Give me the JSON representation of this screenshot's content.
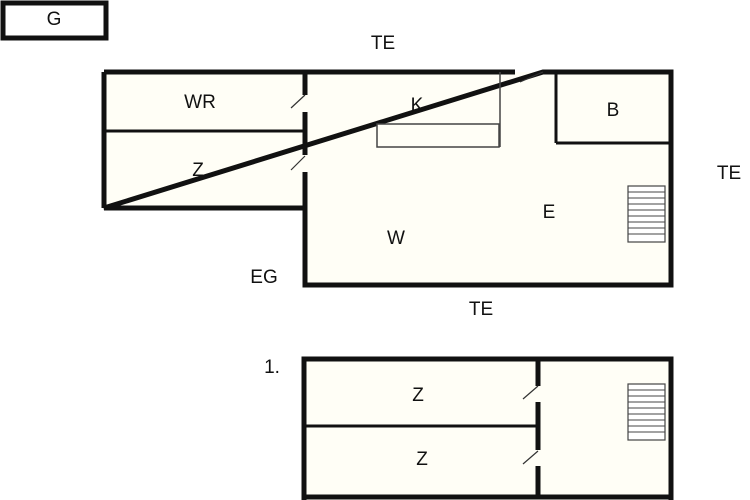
{
  "legend": {
    "box_label": "G"
  },
  "ground_floor": {
    "floor_label": "EG",
    "terrace_labels": {
      "top": "TE",
      "right": "TE",
      "bottom": "TE"
    },
    "rooms": {
      "wr": "WR",
      "z": "Z",
      "k": "K",
      "b": "B",
      "e": "E",
      "w": "W"
    }
  },
  "first_floor": {
    "floor_label": "1.",
    "rooms": {
      "z_upper": "Z",
      "z_lower": "Z"
    }
  },
  "colors": {
    "wall": "#111111",
    "floor_fill": "#fffef6",
    "line": "#444444",
    "box_fill": "#ffffff"
  }
}
